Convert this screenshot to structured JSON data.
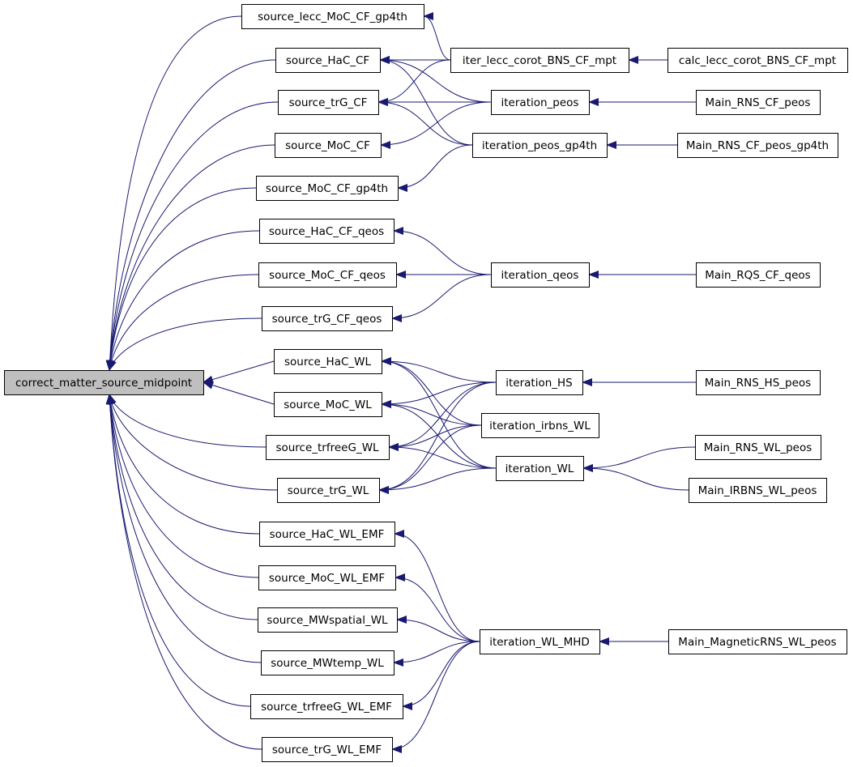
{
  "graph": {
    "colors": {
      "edge": "#191970",
      "root_fill": "#bfbfbf",
      "node_fill": "#ffffff",
      "border": "#000000"
    },
    "root": {
      "id": "root",
      "label": "correct_matter_source_midpoint"
    },
    "nodes": [
      {
        "id": "s_lecc_moc_gp4th",
        "label": "source_lecc_MoC_CF_gp4th"
      },
      {
        "id": "s_hac_cf",
        "label": "source_HaC_CF"
      },
      {
        "id": "s_trg_cf",
        "label": "source_trG_CF"
      },
      {
        "id": "s_moc_cf",
        "label": "source_MoC_CF"
      },
      {
        "id": "s_moc_cf_gp4th",
        "label": "source_MoC_CF_gp4th"
      },
      {
        "id": "s_hac_cf_qeos",
        "label": "source_HaC_CF_qeos"
      },
      {
        "id": "s_moc_cf_qeos",
        "label": "source_MoC_CF_qeos"
      },
      {
        "id": "s_trg_cf_qeos",
        "label": "source_trG_CF_qeos"
      },
      {
        "id": "s_hac_wl",
        "label": "source_HaC_WL"
      },
      {
        "id": "s_moc_wl",
        "label": "source_MoC_WL"
      },
      {
        "id": "s_trfreeg_wl",
        "label": "source_trfreeG_WL"
      },
      {
        "id": "s_trg_wl",
        "label": "source_trG_WL"
      },
      {
        "id": "s_hac_wl_emf",
        "label": "source_HaC_WL_EMF"
      },
      {
        "id": "s_moc_wl_emf",
        "label": "source_MoC_WL_EMF"
      },
      {
        "id": "s_mwspatial_wl",
        "label": "source_MWspatial_WL"
      },
      {
        "id": "s_mwtemp_wl",
        "label": "source_MWtemp_WL"
      },
      {
        "id": "s_trfreeg_wl_emf",
        "label": "source_trfreeG_WL_EMF"
      },
      {
        "id": "s_trg_wl_emf",
        "label": "source_trG_WL_EMF"
      },
      {
        "id": "it_lecc_corot",
        "label": "iter_lecc_corot_BNS_CF_mpt"
      },
      {
        "id": "it_peos",
        "label": "iteration_peos"
      },
      {
        "id": "it_peos_gp4th",
        "label": "iteration_peos_gp4th"
      },
      {
        "id": "it_qeos",
        "label": "iteration_qeos"
      },
      {
        "id": "it_hs",
        "label": "iteration_HS"
      },
      {
        "id": "it_irbns_wl",
        "label": "iteration_irbns_WL"
      },
      {
        "id": "it_wl",
        "label": "iteration_WL"
      },
      {
        "id": "it_wl_mhd",
        "label": "iteration_WL_MHD"
      },
      {
        "id": "m_calc_lecc",
        "label": "calc_lecc_corot_BNS_CF_mpt"
      },
      {
        "id": "m_rns_cf_peos",
        "label": "Main_RNS_CF_peos"
      },
      {
        "id": "m_rns_cf_peos_gp4th",
        "label": "Main_RNS_CF_peos_gp4th"
      },
      {
        "id": "m_rqs_cf_qeos",
        "label": "Main_RQS_CF_qeos"
      },
      {
        "id": "m_rns_hs_peos",
        "label": "Main_RNS_HS_peos"
      },
      {
        "id": "m_rns_wl_peos",
        "label": "Main_RNS_WL_peos"
      },
      {
        "id": "m_irbns_wl_peos",
        "label": "Main_IRBNS_WL_peos"
      },
      {
        "id": "m_magnetic_rns",
        "label": "Main_MagneticRNS_WL_peos"
      }
    ],
    "edges": [
      {
        "from": "s_lecc_moc_gp4th",
        "to": "root"
      },
      {
        "from": "s_hac_cf",
        "to": "root"
      },
      {
        "from": "s_trg_cf",
        "to": "root"
      },
      {
        "from": "s_moc_cf",
        "to": "root"
      },
      {
        "from": "s_moc_cf_gp4th",
        "to": "root"
      },
      {
        "from": "s_hac_cf_qeos",
        "to": "root"
      },
      {
        "from": "s_moc_cf_qeos",
        "to": "root"
      },
      {
        "from": "s_trg_cf_qeos",
        "to": "root"
      },
      {
        "from": "s_hac_wl",
        "to": "root"
      },
      {
        "from": "s_moc_wl",
        "to": "root"
      },
      {
        "from": "s_trfreeg_wl",
        "to": "root"
      },
      {
        "from": "s_trg_wl",
        "to": "root"
      },
      {
        "from": "s_hac_wl_emf",
        "to": "root"
      },
      {
        "from": "s_moc_wl_emf",
        "to": "root"
      },
      {
        "from": "s_mwspatial_wl",
        "to": "root"
      },
      {
        "from": "s_mwtemp_wl",
        "to": "root"
      },
      {
        "from": "s_trfreeg_wl_emf",
        "to": "root"
      },
      {
        "from": "s_trg_wl_emf",
        "to": "root"
      },
      {
        "from": "it_lecc_corot",
        "to": "s_lecc_moc_gp4th"
      },
      {
        "from": "it_lecc_corot",
        "to": "s_hac_cf"
      },
      {
        "from": "it_lecc_corot",
        "to": "s_trg_cf"
      },
      {
        "from": "it_peos",
        "to": "s_hac_cf"
      },
      {
        "from": "it_peos",
        "to": "s_trg_cf"
      },
      {
        "from": "it_peos",
        "to": "s_moc_cf"
      },
      {
        "from": "it_peos_gp4th",
        "to": "s_hac_cf"
      },
      {
        "from": "it_peos_gp4th",
        "to": "s_trg_cf"
      },
      {
        "from": "it_peos_gp4th",
        "to": "s_moc_cf_gp4th"
      },
      {
        "from": "it_qeos",
        "to": "s_hac_cf_qeos"
      },
      {
        "from": "it_qeos",
        "to": "s_moc_cf_qeos"
      },
      {
        "from": "it_qeos",
        "to": "s_trg_cf_qeos"
      },
      {
        "from": "it_hs",
        "to": "s_hac_wl"
      },
      {
        "from": "it_hs",
        "to": "s_moc_wl"
      },
      {
        "from": "it_hs",
        "to": "s_trfreeg_wl"
      },
      {
        "from": "it_hs",
        "to": "s_trg_wl"
      },
      {
        "from": "it_irbns_wl",
        "to": "s_hac_wl"
      },
      {
        "from": "it_irbns_wl",
        "to": "s_moc_wl"
      },
      {
        "from": "it_irbns_wl",
        "to": "s_trfreeg_wl"
      },
      {
        "from": "it_irbns_wl",
        "to": "s_trg_wl"
      },
      {
        "from": "it_wl",
        "to": "s_hac_wl"
      },
      {
        "from": "it_wl",
        "to": "s_moc_wl"
      },
      {
        "from": "it_wl",
        "to": "s_trfreeg_wl"
      },
      {
        "from": "it_wl",
        "to": "s_trg_wl"
      },
      {
        "from": "it_wl_mhd",
        "to": "s_hac_wl_emf"
      },
      {
        "from": "it_wl_mhd",
        "to": "s_moc_wl_emf"
      },
      {
        "from": "it_wl_mhd",
        "to": "s_mwspatial_wl"
      },
      {
        "from": "it_wl_mhd",
        "to": "s_mwtemp_wl"
      },
      {
        "from": "it_wl_mhd",
        "to": "s_trfreeg_wl_emf"
      },
      {
        "from": "it_wl_mhd",
        "to": "s_trg_wl_emf"
      },
      {
        "from": "m_calc_lecc",
        "to": "it_lecc_corot"
      },
      {
        "from": "m_rns_cf_peos",
        "to": "it_peos"
      },
      {
        "from": "m_rns_cf_peos_gp4th",
        "to": "it_peos_gp4th"
      },
      {
        "from": "m_rqs_cf_qeos",
        "to": "it_qeos"
      },
      {
        "from": "m_rns_hs_peos",
        "to": "it_hs"
      },
      {
        "from": "m_rns_wl_peos",
        "to": "it_wl"
      },
      {
        "from": "m_irbns_wl_peos",
        "to": "it_wl"
      },
      {
        "from": "m_magnetic_rns",
        "to": "it_wl_mhd"
      }
    ]
  }
}
